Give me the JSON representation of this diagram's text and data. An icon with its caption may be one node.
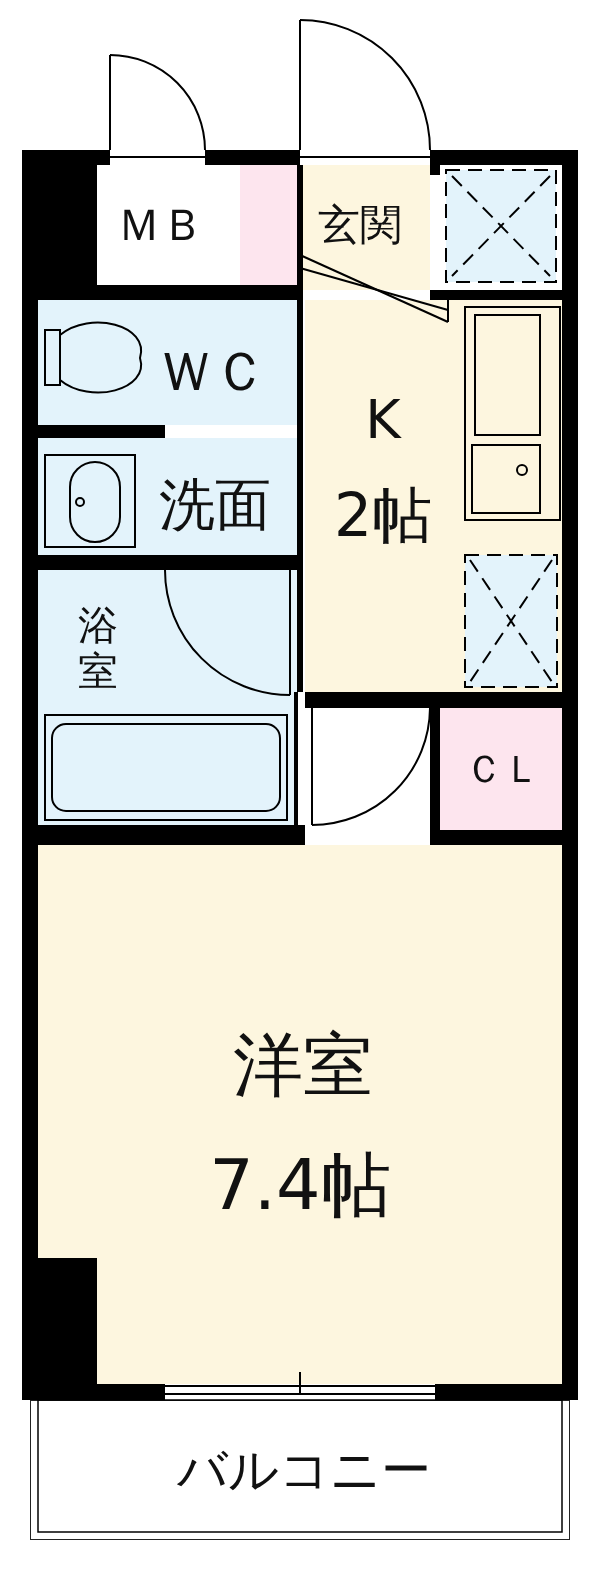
{
  "diagram": {
    "nodes": [
      {
        "text": [
          "ＭＢ"
        ]
      },
      {
        "text": [],
        "shape": "box"
      },
      {
        "text": [
          "玄関"
        ]
      },
      {
        "text": [
          "ＷＣ"
        ]
      },
      {
        "text": [
          "洗面"
        ]
      },
      {
        "text": [
          "浴室"
        ]
      },
      {
        "text": [
          "K",
          "2帖"
        ]
      },
      {
        "text": [
          "ＣＬ"
        ]
      },
      {
        "text": [
          "洋室",
          "7.4帖"
        ]
      },
      {
        "text": [
          "バルコニー"
        ]
      }
    ],
    "edges": []
  }
}
